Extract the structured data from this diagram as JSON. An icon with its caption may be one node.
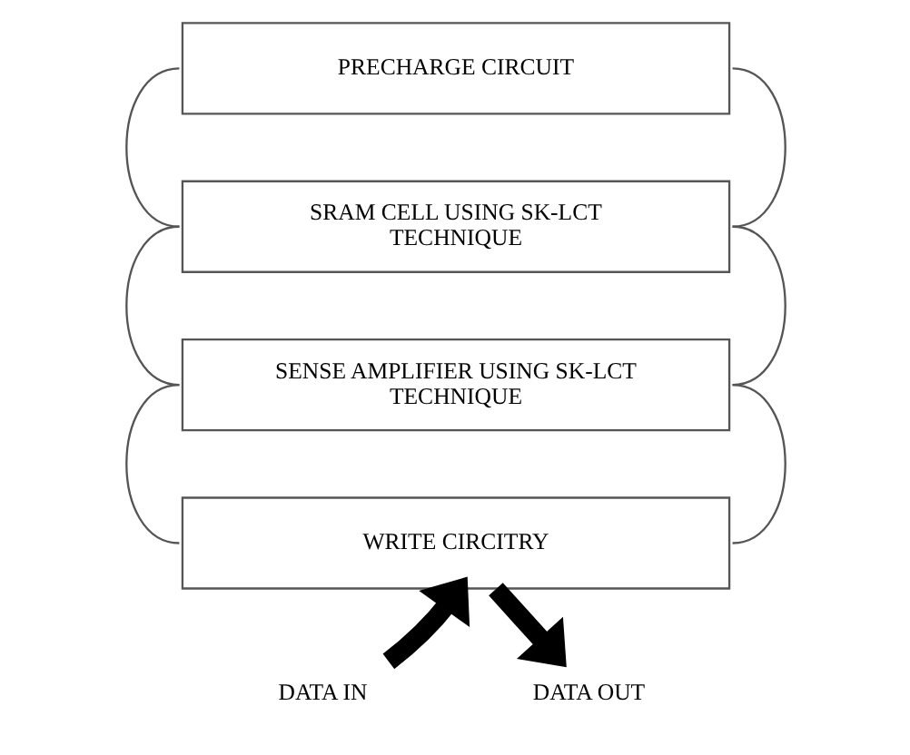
{
  "diagram": {
    "nodes": [
      {
        "text": [
          "PRECHARGE CIRCUIT"
        ]
      },
      {
        "text": [
          "SRAM CELL USING SK-LCT TECHNIQUE"
        ]
      },
      {
        "text": [
          "SENSE AMPLIFIER USING SK-LCT TECHNIQUE"
        ]
      },
      {
        "text": [
          "WRITE CIRCITRY"
        ]
      },
      {
        "text": [
          "DATA IN"
        ]
      },
      {
        "text": [
          "DATA OUT"
        ]
      }
    ],
    "edges": [
      {
        "from": 0,
        "to": 1,
        "arrow": "none"
      },
      {
        "from": 1,
        "to": 2,
        "arrow": "none"
      },
      {
        "from": 2,
        "to": 3,
        "arrow": "none"
      },
      {
        "from": 0,
        "to": 1,
        "arrow": "none"
      },
      {
        "from": 1,
        "to": 2,
        "arrow": "none"
      },
      {
        "from": 2,
        "to": 3,
        "arrow": "none"
      },
      {
        "from": 4,
        "to": 3,
        "arrow": "to",
        "style": "thick"
      },
      {
        "from": 3,
        "to": 5,
        "arrow": "to",
        "style": "thick"
      }
    ]
  }
}
